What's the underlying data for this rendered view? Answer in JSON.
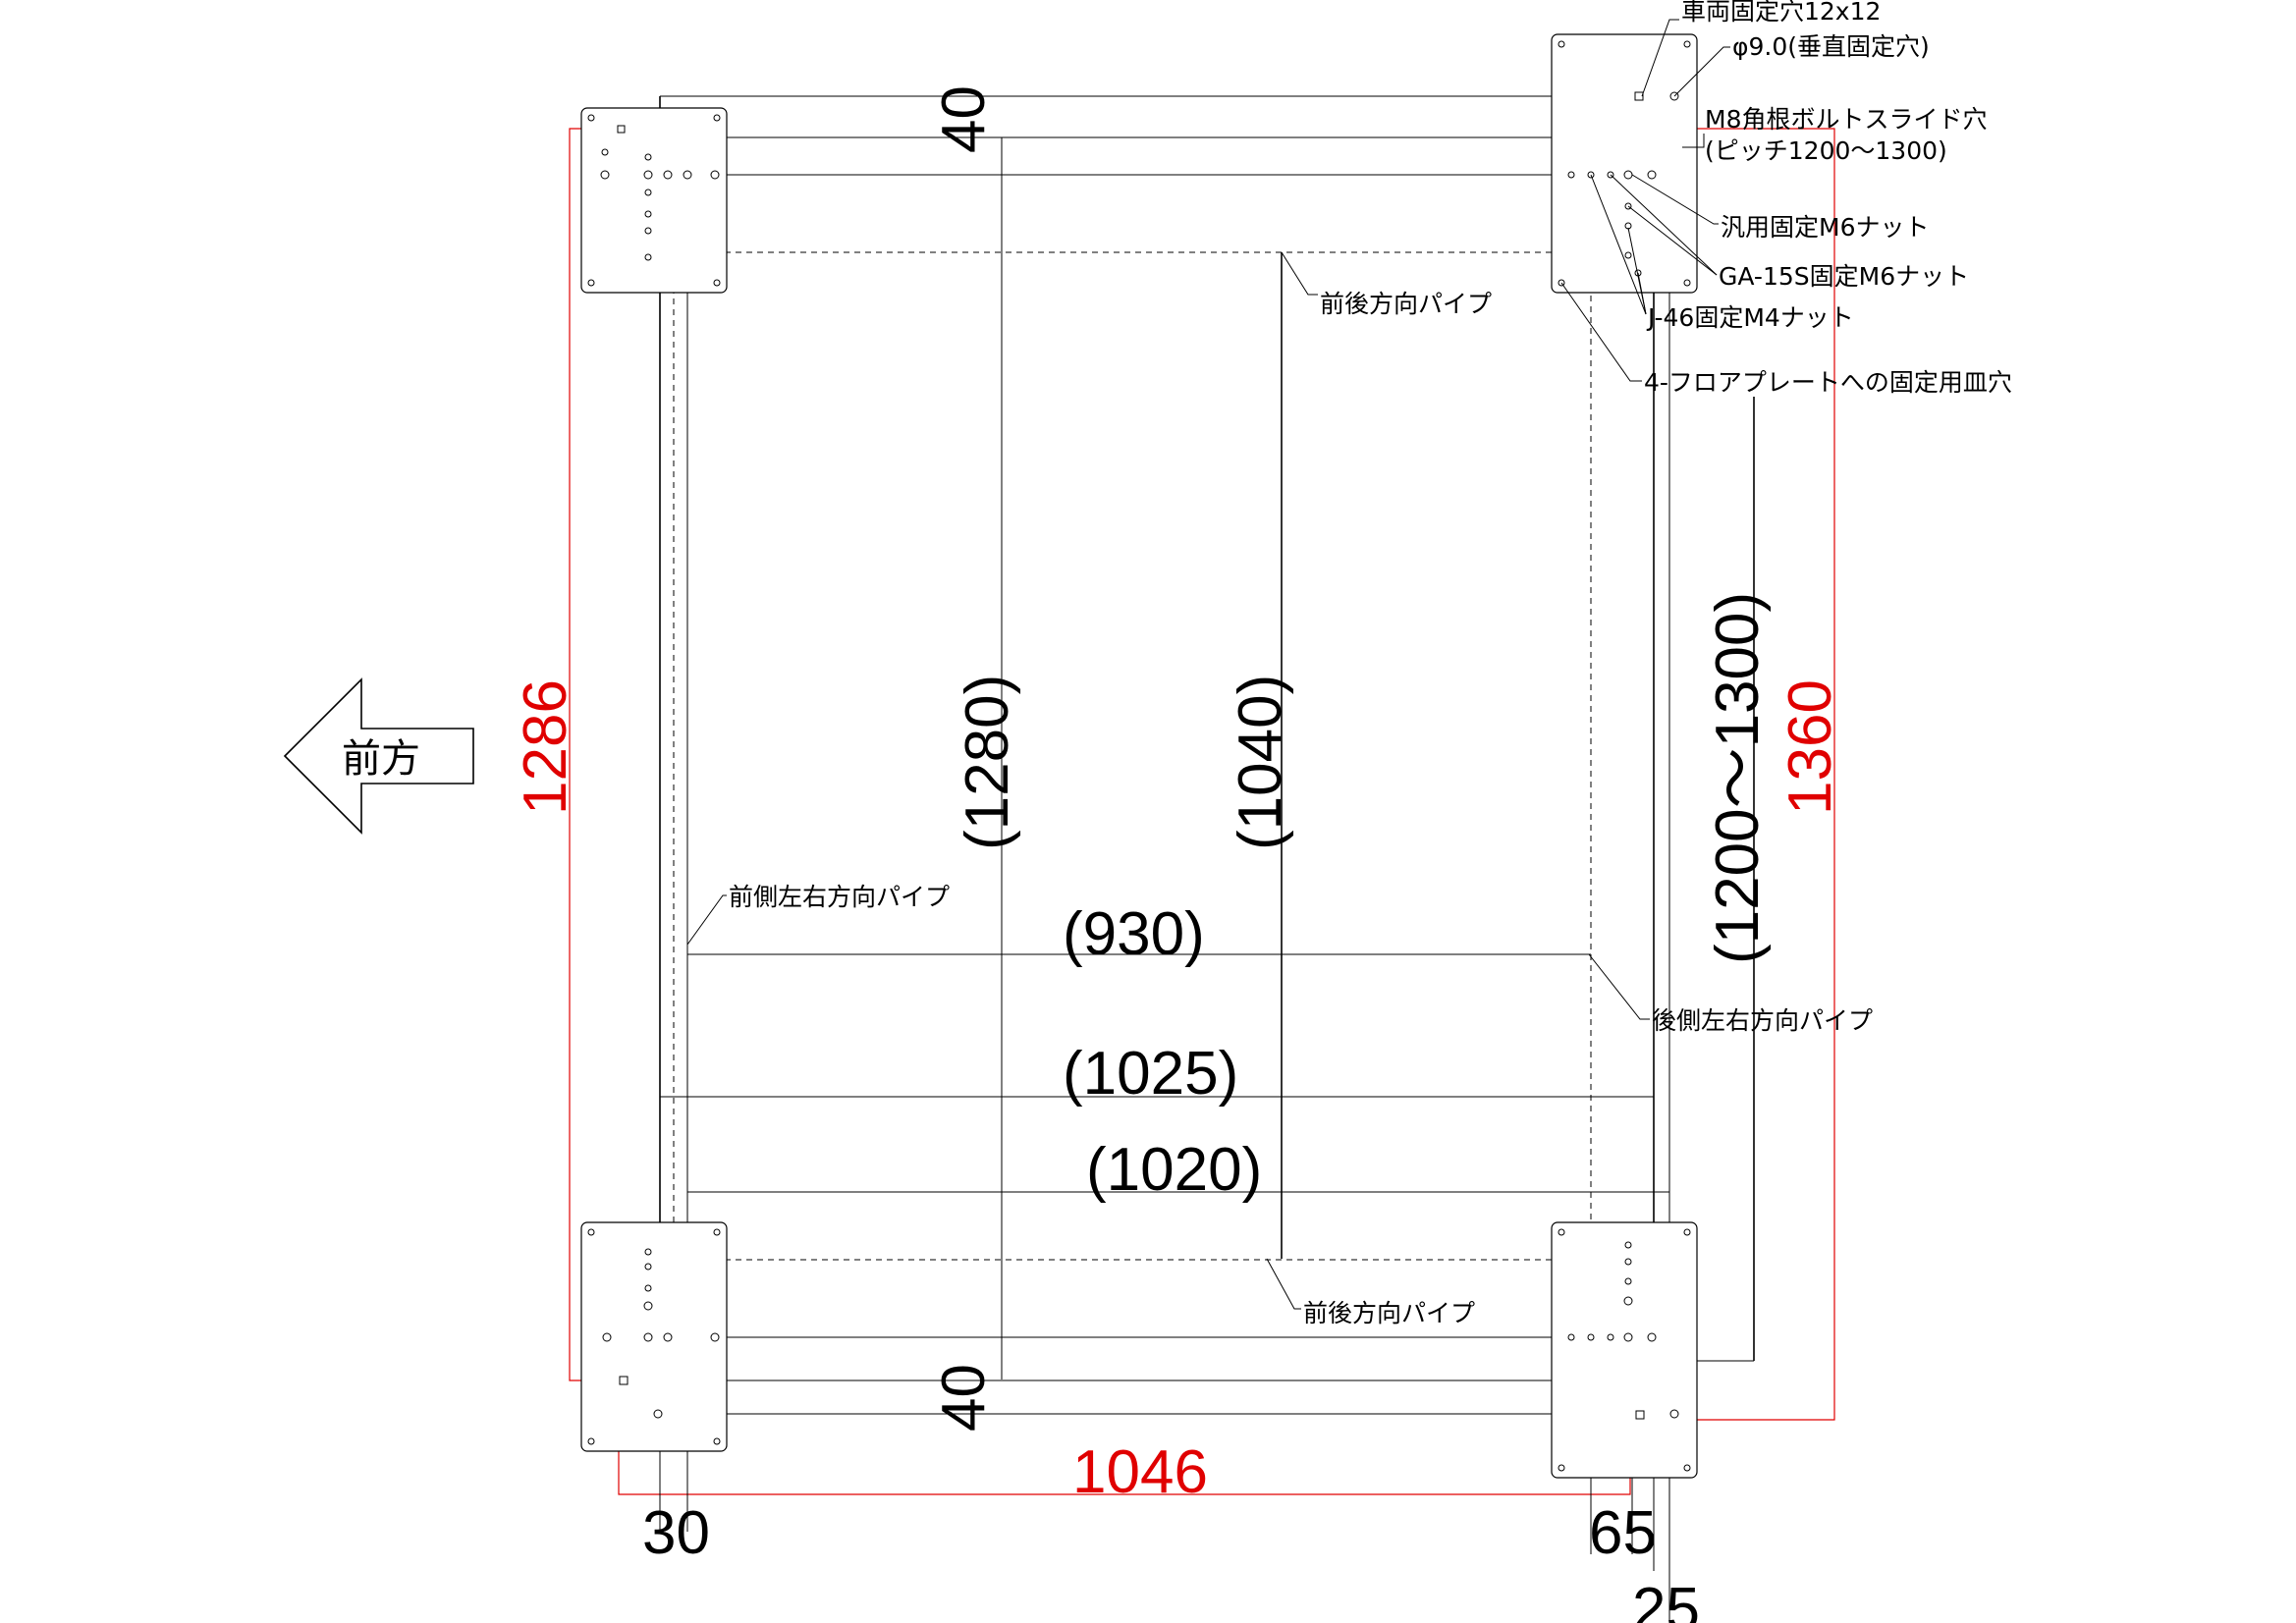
{
  "direction": {
    "front": "前方"
  },
  "notes": {
    "vehicle_hole": "車両固定穴12x12",
    "vertical_hole": "φ9.0(垂直固定穴)",
    "m8_slide": "M8角根ボルトスライド穴",
    "m8_pitch": "(ピッチ1200～1300)",
    "general_m6": "汎用固定M6ナット",
    "ga15s_m6": "GA-15S固定M6ナット",
    "j46_m4": "J-46固定M4ナット",
    "floor_plate": "4-フロアプレートへの固定用皿穴",
    "fb_pipe_top": "前後方向パイプ",
    "fb_pipe_bottom": "前後方向パイプ",
    "front_lr_pipe": "前側左右方向パイプ",
    "rear_lr_pipe": "後側左右方向パイプ"
  },
  "dimensions": {
    "top_40": "40",
    "bottom_40": "40",
    "d1280": "(1280)",
    "d1040": "(1040)",
    "d1200_1300": "(1200～1300)",
    "d930": "(930)",
    "d1025": "(1025)",
    "d1020": "(1020)",
    "d30": "30",
    "d65": "65",
    "d25": "25",
    "red_1286": "1286",
    "red_1360": "1360",
    "red_1046": "1046"
  },
  "colors": {
    "lines": "#000000",
    "overall_dims": "#e00000"
  }
}
